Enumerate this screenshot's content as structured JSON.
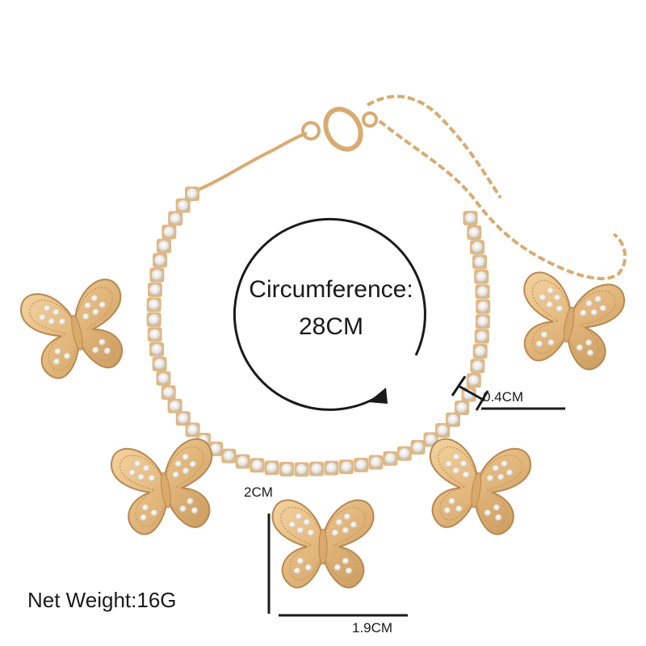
{
  "annotations": {
    "circumference_title": "Circumference:",
    "circumference_value": "28CM",
    "net_weight": "Net Weight:16G",
    "stone_width": "0.4CM",
    "charm_height": "2CM",
    "charm_width": "1.9CM"
  },
  "colors": {
    "gold": "#e2b77c",
    "gold_dark": "#b88850",
    "stone": "#f4f1ee",
    "ink": "#1a1a1a"
  },
  "icons": {
    "circle_arrow": "circular-arrow-icon",
    "charm": "butterfly-charm"
  }
}
